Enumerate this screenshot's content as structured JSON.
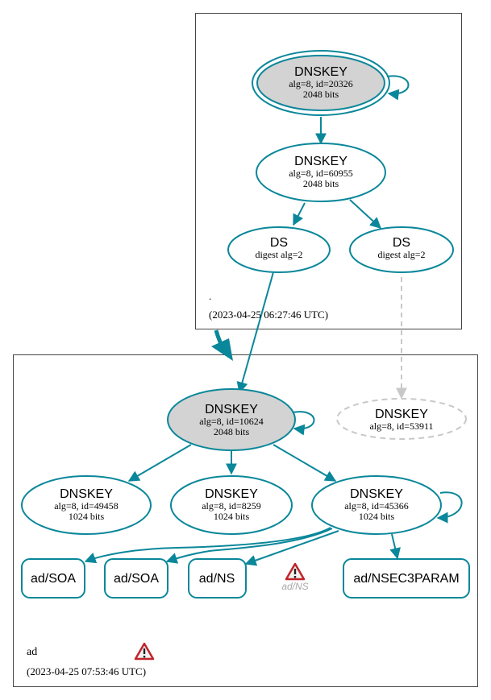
{
  "colors": {
    "edge": "#0a879a",
    "node_fill_ksk": "#d3d3d3",
    "box_stroke": "#444444",
    "dashed": "#c8c8c8",
    "warn_red": "#c0242a",
    "muted_text": "#a8a8a8"
  },
  "root_zone": {
    "name": ".",
    "timestamp": "(2023-04-25 06:27:46 UTC)",
    "ksk": {
      "title": "DNSKEY",
      "line1": "alg=8, id=20326",
      "line2": "2048 bits"
    },
    "zsk": {
      "title": "DNSKEY",
      "line1": "alg=8, id=60955",
      "line2": "2048 bits"
    },
    "ds_left": {
      "title": "DS",
      "line1": "digest alg=2"
    },
    "ds_right": {
      "title": "DS",
      "line1": "digest alg=2"
    }
  },
  "ad_zone": {
    "name": "ad",
    "timestamp": "(2023-04-25 07:53:46 UTC)",
    "ksk": {
      "title": "DNSKEY",
      "line1": "alg=8, id=10624",
      "line2": "2048 bits"
    },
    "missing_key": {
      "title": "DNSKEY",
      "line1": "alg=8, id=53911"
    },
    "key_49458": {
      "title": "DNSKEY",
      "line1": "alg=8, id=49458",
      "line2": "1024 bits"
    },
    "key_8259": {
      "title": "DNSKEY",
      "line1": "alg=8, id=8259",
      "line2": "1024 bits"
    },
    "key_45366": {
      "title": "DNSKEY",
      "line1": "alg=8, id=45366",
      "line2": "1024 bits"
    },
    "rr_soa_1": "ad/SOA",
    "rr_soa_2": "ad/SOA",
    "rr_ns": "ad/NS",
    "rr_ns_warning": "ad/NS",
    "rr_nsec3param": "ad/NSEC3PARAM"
  }
}
